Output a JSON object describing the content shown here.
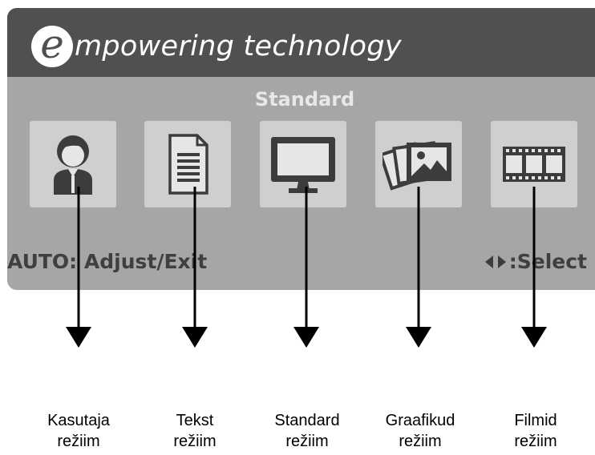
{
  "osd": {
    "brand_letter": "e",
    "brand_text": "mpowering technology",
    "current_mode": "Standard",
    "footer_left": "AUTO: Adjust/Exit",
    "footer_right": ":Select"
  },
  "icons": [
    "user-mode-icon",
    "document-icon",
    "monitor-icon",
    "photos-icon",
    "film-icon"
  ],
  "labels": [
    {
      "line1": "Kasutaja",
      "line2": "režiim"
    },
    {
      "line1": "Tekst",
      "line2": "režiim"
    },
    {
      "line1": "Standard",
      "line2": "režiim"
    },
    {
      "line1": "Graafikud",
      "line2": "režiim"
    },
    {
      "line1": "Filmid",
      "line2": "režiim"
    }
  ],
  "colors": {
    "header": "#505050",
    "panel": "#a6a6a6",
    "button": "#cfcfcf",
    "icon": "#3c3c3c"
  }
}
